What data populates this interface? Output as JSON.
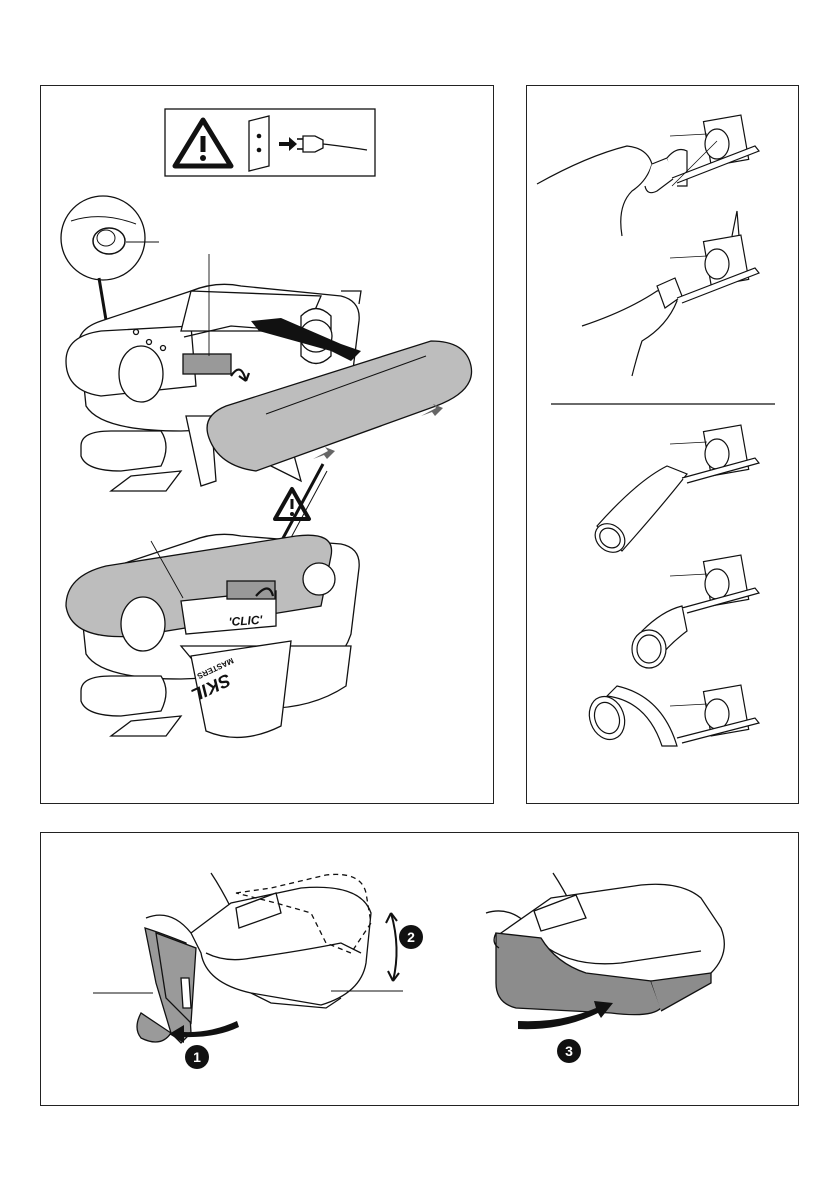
{
  "labels": {
    "clic": "'CLIC'",
    "brand": "SKIL",
    "brand_sub": "MASTERS",
    "step1": "1",
    "step2": "2",
    "step3": "3"
  },
  "icons": {
    "warning": "warning-triangle-icon",
    "unplug": "unplug-icon",
    "arrow": "arrow-icon"
  },
  "colors": {
    "line": "#111111",
    "belt_fill": "#bdbdbd",
    "grip_fill": "#9a9a9a",
    "cover_fill": "#8c8c8c"
  }
}
